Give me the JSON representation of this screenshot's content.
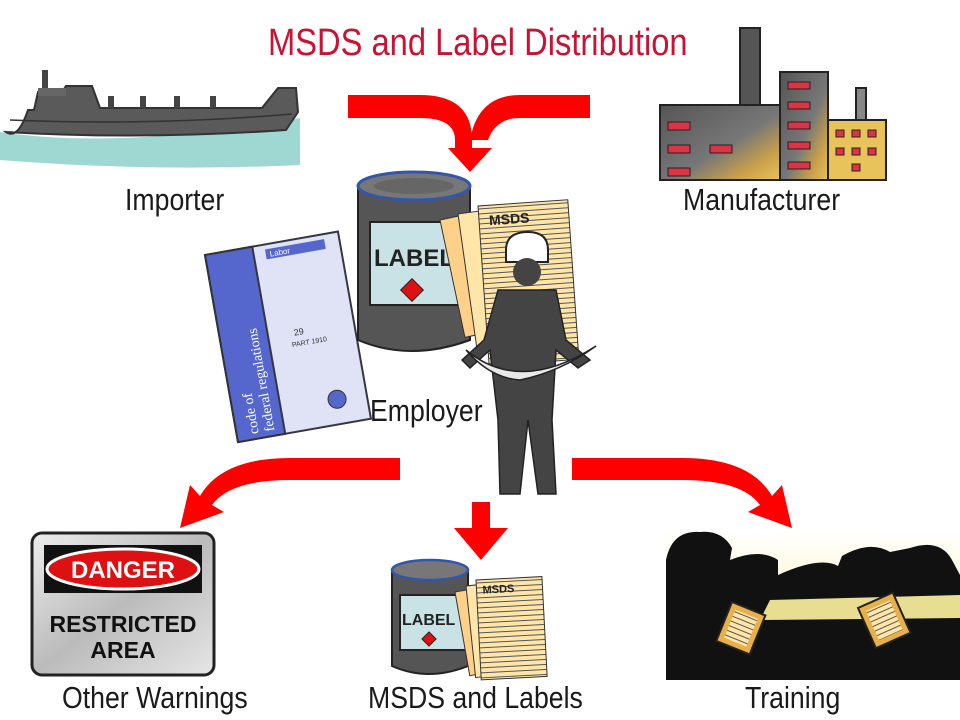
{
  "title": "MSDS and Label Distribution",
  "nodes": {
    "importer": "Importer",
    "manufacturer": "Manufacturer",
    "employer": "Employer",
    "other_warnings": "Other Warnings",
    "msds_labels": "MSDS and Labels",
    "training": "Training"
  },
  "art_text": {
    "can_label": "LABEL",
    "msds": "MSDS",
    "cfr_line1": "code of",
    "cfr_line2": "federal regulations",
    "cfr_title": "29",
    "cfr_part": "PART 1910",
    "cfr_tab": "Labor",
    "danger": "DANGER",
    "restricted1": "RESTRICTED",
    "restricted2": "AREA"
  },
  "colors": {
    "arrow": "#ff0000",
    "title": "#cc1133",
    "book": "#5566cc",
    "can_label": "#c8e2e6",
    "paper": "#ffe6a8"
  }
}
